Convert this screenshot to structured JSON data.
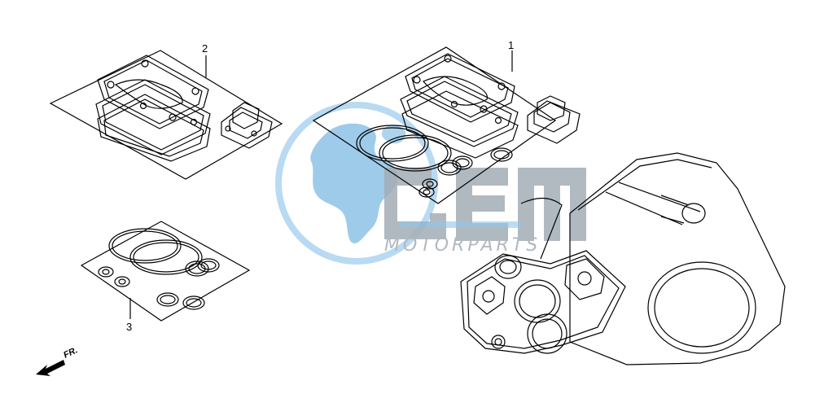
{
  "diagram": {
    "callouts": [
      {
        "id": "1",
        "label": "1"
      },
      {
        "id": "2",
        "label": "2"
      },
      {
        "id": "3",
        "label": "3"
      }
    ],
    "direction_marker": {
      "label": "FR."
    }
  },
  "watermark": {
    "logo_text": "OEM",
    "subtitle": "MOTORPARTS",
    "globe_color": "#5aa7dc",
    "letter_color": "#9aa4ad"
  }
}
